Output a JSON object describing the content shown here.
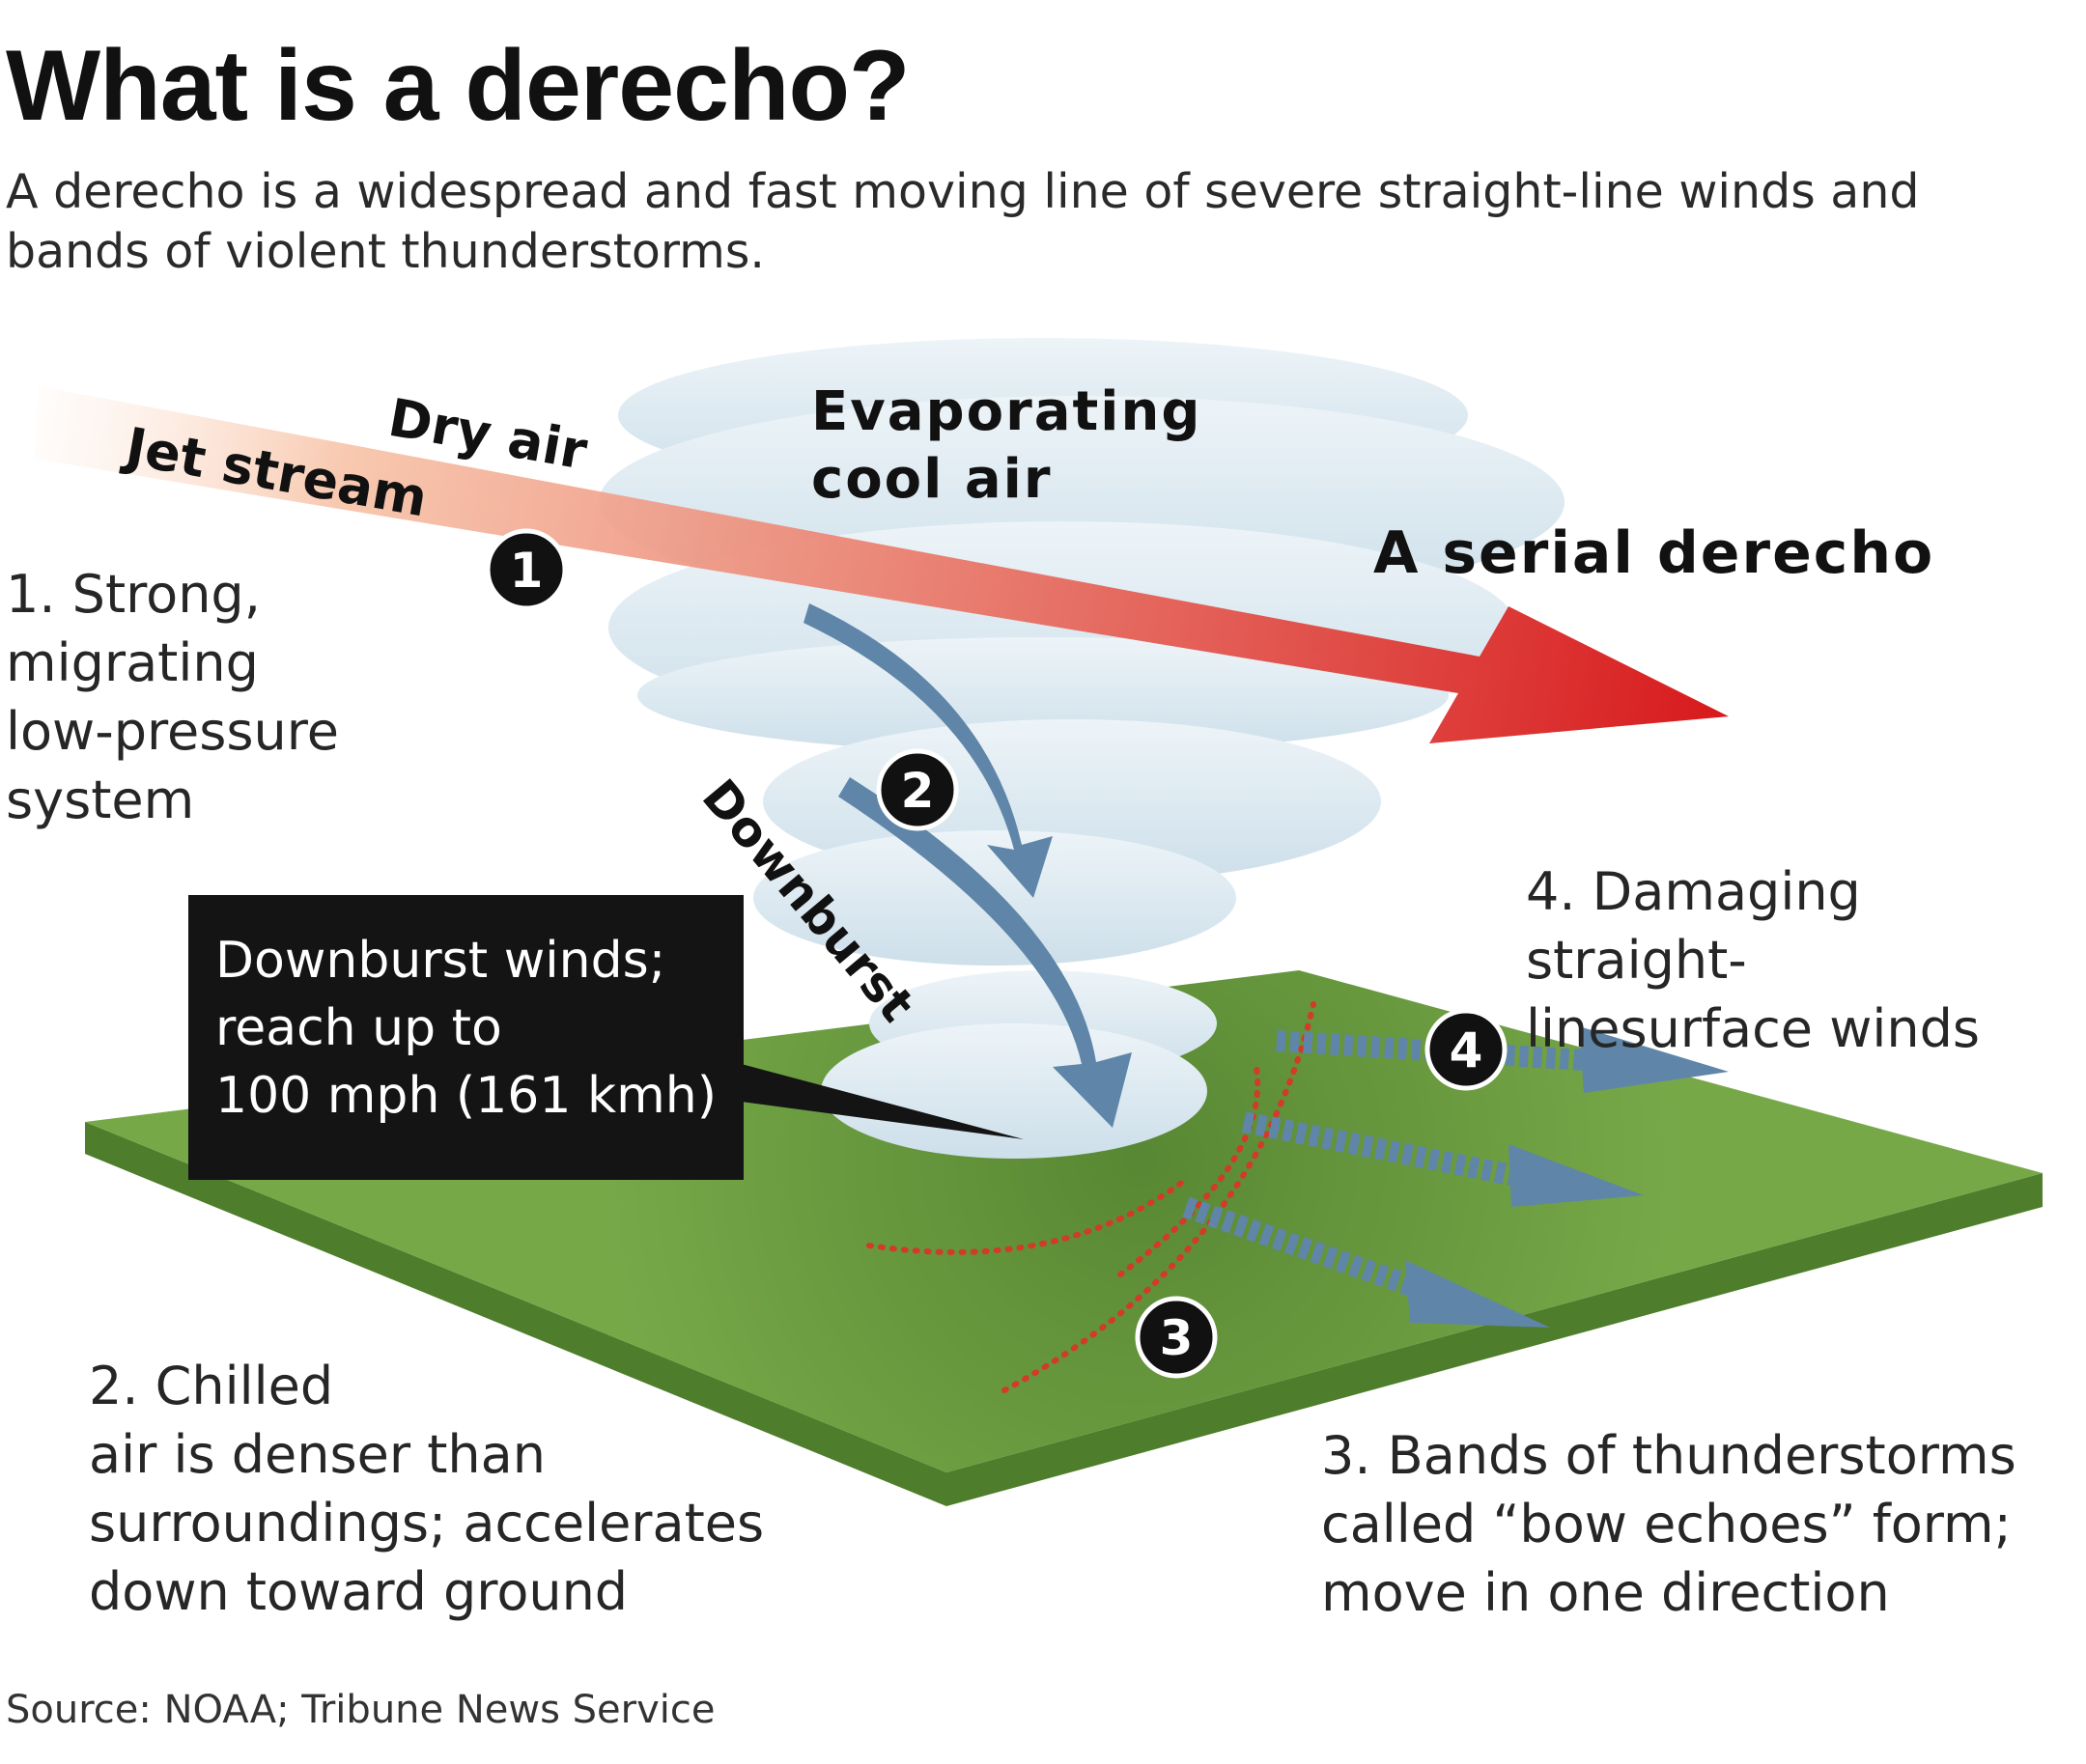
{
  "title": "What is a derecho?",
  "subtitle": "A derecho is a widespread and fast moving line of severe straight-line winds and bands of violent thunderstorms.",
  "labels": {
    "dry_air": "Dry air",
    "jet_stream": "Jet stream",
    "evaporating_line1": "Evaporating",
    "evaporating_line2": "cool air",
    "serial_derecho": "A serial derecho",
    "downburst": "Downburst"
  },
  "markers": [
    "1",
    "2",
    "3",
    "4"
  ],
  "callout": {
    "line1": "Downburst winds;",
    "line2": "reach up to",
    "line3": "100 mph (161 kmh)"
  },
  "steps": {
    "step1": [
      "1. Strong,",
      "migrating",
      "low-pressure",
      "system"
    ],
    "step2": [
      "2. Chilled",
      "air is denser than",
      "surroundings; accelerates",
      "down toward ground"
    ],
    "step3": [
      "3. Bands of thunderstorms",
      "called “bow echoes” form;",
      "move in one direction"
    ],
    "step4": [
      "4. Damaging straight-",
      "linesurface winds"
    ]
  },
  "source": "Source: NOAA; Tribune News Service",
  "colors": {
    "jet_stream_start": "#fde3d3",
    "jet_stream_end": "#d7191c",
    "ground_top": "#77a848",
    "ground_side": "#4e7d2b",
    "wind_arrow": "#5f86a8",
    "cloud": "#dbe9f2",
    "bow_echo_dots": "#d23a2a",
    "callout_bg": "#141414"
  }
}
